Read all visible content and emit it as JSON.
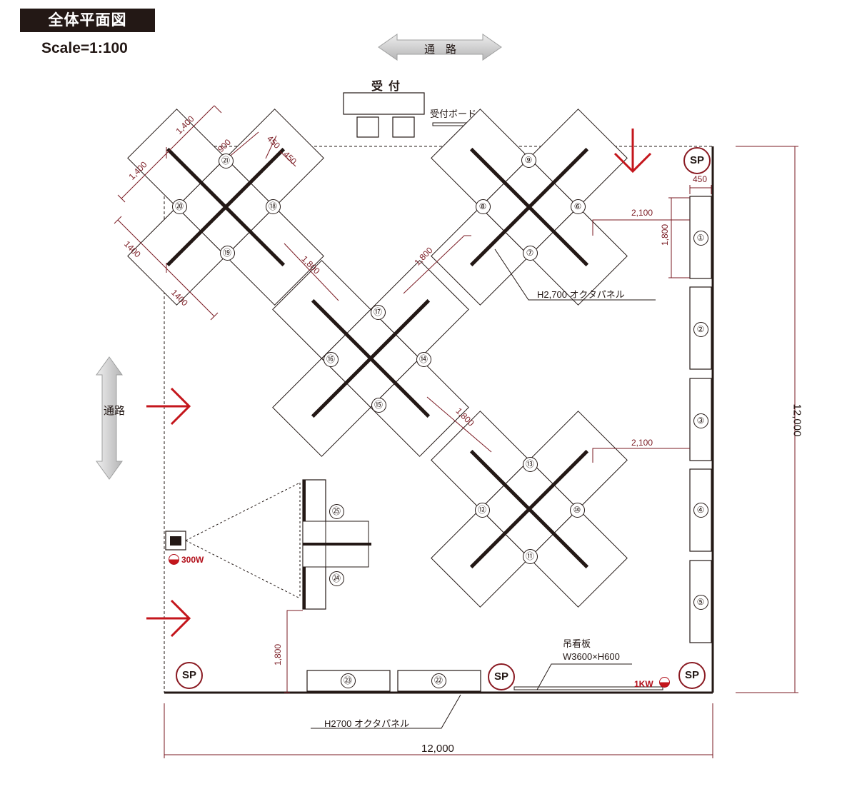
{
  "header": {
    "title": "全体平面図",
    "scale": "Scale=1:100"
  },
  "aisle": {
    "top": "通　路",
    "left": "通路"
  },
  "reception": {
    "label": "受付",
    "board": "受付ボード"
  },
  "dimensions": {
    "booth_width": "12,000",
    "booth_depth": "12,000",
    "gap_1800": "1,800",
    "gap_2100": "2,100",
    "w_1400": "1,400",
    "w_1400_alt": "1400",
    "w_900": "900",
    "w_450": "450"
  },
  "panels": {
    "octa_h2700_upper": "H2,700 オクタパネル",
    "octa_h2700_bottom": "H2700 オクタパネル"
  },
  "hanging_sign": {
    "line1": "吊看板",
    "line2": "W3600×H600"
  },
  "power": {
    "projector": "300W",
    "main": "1KW"
  },
  "speaker": "SP",
  "outlet_icon": "outlet-icon",
  "station_numbers": [
    "①",
    "②",
    "③",
    "④",
    "⑤",
    "⑥",
    "⑦",
    "⑧",
    "⑨",
    "⑩",
    "⑪",
    "⑫",
    "⑬",
    "⑭",
    "⑮",
    "⑯",
    "⑰",
    "⑱",
    "⑲",
    "⑳",
    "㉑",
    "㉒",
    "㉓",
    "㉔",
    "㉕"
  ],
  "colors": {
    "line": "#231815",
    "dimension": "#7a1a22",
    "arrow": "#c4161c",
    "aisle_arrow": "#c9caca"
  }
}
